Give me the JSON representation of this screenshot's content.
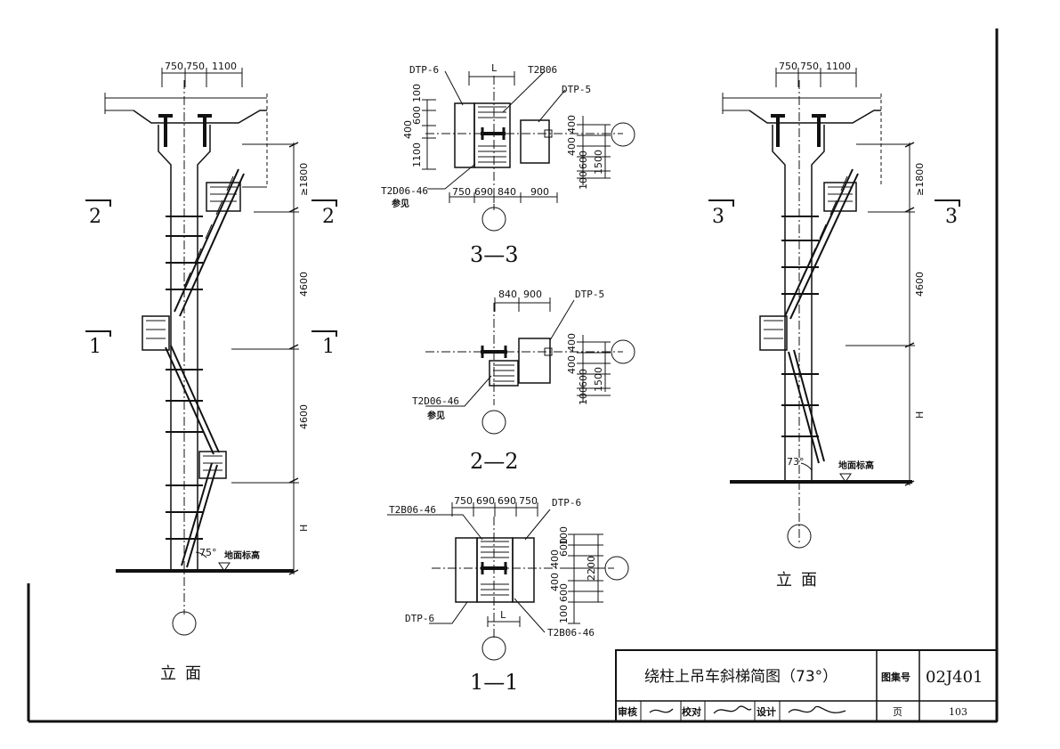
{
  "sheet": {
    "title": "绕柱上吊车斜梯简图（73°）",
    "atlas_label": "图集号",
    "atlas_no": "02J401",
    "page_label": "页",
    "page_no": "103",
    "review_label": "审核",
    "check_label": "校对",
    "design_label": "设计"
  },
  "left_elevation": {
    "caption": "立面",
    "top_dims": [
      "750",
      "750",
      "1100"
    ],
    "height_dims": [
      "≥1800",
      "4600",
      "4600",
      "H"
    ],
    "section_marks": [
      "2",
      "2",
      "1",
      "1"
    ],
    "angle": "75°",
    "ground_label": "地面标高"
  },
  "right_elevation": {
    "caption": "立面",
    "top_dims": [
      "750",
      "750",
      "1100"
    ],
    "height_dims": [
      "≥1800",
      "4600",
      "H"
    ],
    "section_marks": [
      "3",
      "3"
    ],
    "angle": "73°",
    "ground_label": "地面标高"
  },
  "section_3_3": {
    "caption": "3—3",
    "dtp6": "DTP-6",
    "dtp5": "DTP-5",
    "t2b06": "T2B06",
    "t2d06": "T2D06-46",
    "ref_label": "参见",
    "l_label": "L",
    "bottom_dims": [
      "750",
      "690",
      "840",
      "900"
    ],
    "left_dims": [
      "100",
      "600",
      "400",
      "1100"
    ],
    "right_dims": [
      "400",
      "400",
      "600",
      "100",
      "1500"
    ]
  },
  "section_2_2": {
    "caption": "2—2",
    "dtp5": "DTP-5",
    "t2d06": "T2D06-46",
    "ref_label": "参见",
    "top_dims": [
      "840",
      "900"
    ],
    "right_dims": [
      "400",
      "400",
      "600",
      "100",
      "1500"
    ]
  },
  "section_1_1": {
    "caption": "1—1",
    "dtp6_top": "DTP-6",
    "dtp6_bottom": "DTP-6",
    "t2b06_top": "T2B06-46",
    "t2b06_bottom": "T2B06-46",
    "l_label": "L",
    "top_dims": [
      "750",
      "690",
      "690",
      "750"
    ],
    "right_dims": [
      "100",
      "600",
      "400",
      "400",
      "600",
      "100",
      "2200"
    ]
  }
}
